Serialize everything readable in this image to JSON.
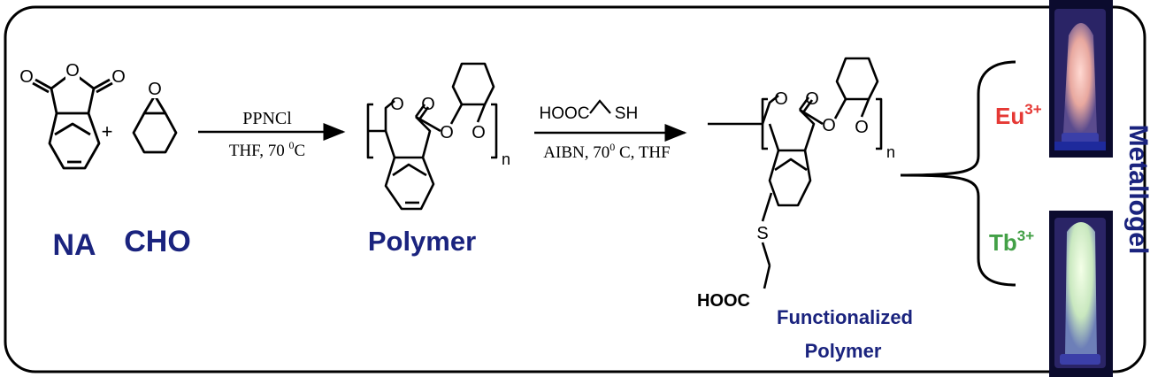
{
  "colors": {
    "label_blue": "#1a237e",
    "eu_red": "#e53935",
    "tb_green": "#43a047",
    "vial_bg": "#0b0b2e",
    "frame": "#000000"
  },
  "reactants": {
    "na_label": "NA",
    "cho_label": "CHO",
    "plus": "+"
  },
  "step1": {
    "reagent": "PPNCl",
    "conditions_prefix": "THF, 70 ",
    "conditions_sup": "0",
    "conditions_suffix": "C"
  },
  "polymer": {
    "label": "Polymer",
    "subscript": "n"
  },
  "step2": {
    "reagent_left": "HOOC",
    "reagent_right": "SH",
    "conditions_prefix": "AIBN, 70",
    "conditions_sup": "0",
    "conditions_suffix": " C, THF"
  },
  "functionalized": {
    "label_line1": "Functionalized",
    "label_line2": "Polymer",
    "subscript": "n",
    "sulfur": "S",
    "acid": "HOOC"
  },
  "atoms": {
    "oxygen": "O"
  },
  "metallogel": {
    "title": "Metallogel",
    "eu_base": "Eu",
    "eu_sup": "3+",
    "tb_base": "Tb",
    "tb_sup": "3+"
  }
}
